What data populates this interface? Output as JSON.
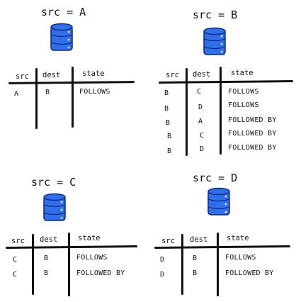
{
  "panels": [
    {
      "title": "src = A",
      "headers": [
        "src",
        "dest",
        "state"
      ],
      "rows": [
        [
          "A",
          "B",
          "FOLLOWS"
        ]
      ]
    },
    {
      "title": "src = B",
      "headers": [
        "src",
        "dest",
        "state"
      ],
      "rows": [
        [
          "B",
          "C",
          "FOLLOWS"
        ],
        [
          "B",
          "D",
          "FOLLOWS"
        ],
        [
          "B",
          "A",
          "FOLLOWED BY"
        ],
        [
          "B",
          "C",
          "FOLLOWED BY"
        ],
        [
          "B",
          "D",
          "FOLLOWED BY"
        ]
      ]
    },
    {
      "title": "src = C",
      "headers": [
        "src",
        "dest",
        "state"
      ],
      "rows": [
        [
          "C",
          "B",
          "FOLLOWS"
        ],
        [
          "C",
          "B",
          "FOLLOWED BY"
        ]
      ]
    },
    {
      "title": "src = D",
      "headers": [
        "src",
        "dest",
        "state"
      ],
      "rows": [
        [
          "D",
          "B",
          "FOLLOWS"
        ],
        [
          "D",
          "B",
          "FOLLOWED BY"
        ]
      ]
    }
  ],
  "database_icon": "database-icon",
  "colors": {
    "database_fill": "#2f6fea",
    "database_stroke": "#0d2a8a",
    "ink": "#111111"
  }
}
